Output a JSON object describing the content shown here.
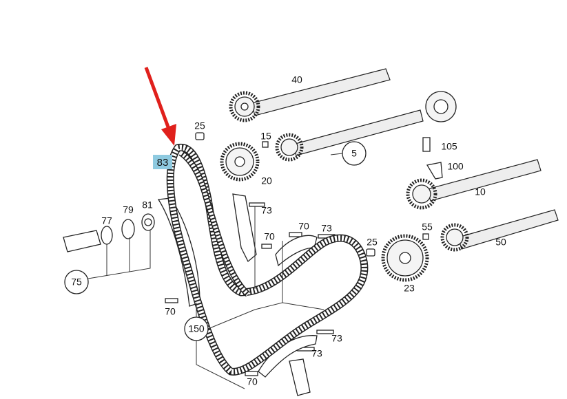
{
  "diagram": {
    "highlight_color": "#8ecae0",
    "arrow_color": "#e0201c",
    "highlighted_part": "83",
    "labels": {
      "camshaft_upper_left": "40",
      "bolt_upper": "25",
      "pin_upper": "15",
      "camshaft_upper_right": "5",
      "bolt_right": "105",
      "bracket_right": "100",
      "camshaft_lower_left": "10",
      "chain": "83",
      "sprocket_upper": "20",
      "seal_77": "77",
      "ring_79": "79",
      "plug_81": "81",
      "guide_rail_upper": "73",
      "tensioner_rail_pin_upper": "70",
      "guide_rail_middle_pin": "73",
      "guide_pin_middle": "70",
      "bolt_lower": "25",
      "pin_lower": "55",
      "camshaft_lower_right": "50",
      "tensioner_assembly": "75",
      "sprocket_lower": "23",
      "pin_left": "70",
      "rail_assembly": "150",
      "pin_lower_right_1": "73",
      "pin_lower_right_2": "73",
      "pin_bottom": "70"
    }
  }
}
